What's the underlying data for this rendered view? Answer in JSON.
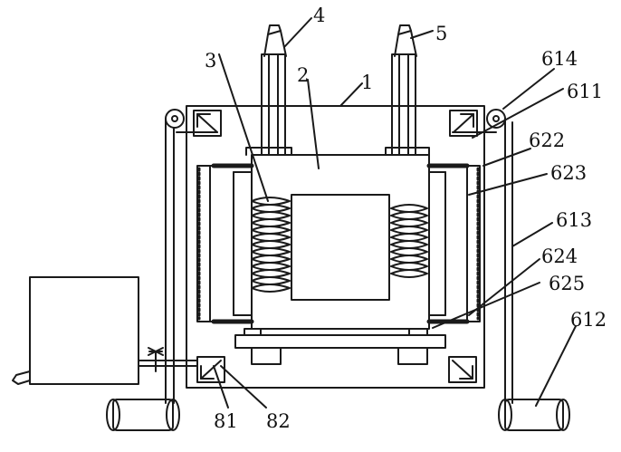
{
  "labels": {
    "l1": "1",
    "l2": "2",
    "l3": "3",
    "l4": "4",
    "l5": "5",
    "l614": "614",
    "l611": "611",
    "l622": "622",
    "l623": "623",
    "l613": "613",
    "l624": "624",
    "l625": "625",
    "l612": "612",
    "l81": "81",
    "l82": "82"
  },
  "colors": {
    "line": "#1a1a1a",
    "background": "#ffffff"
  }
}
